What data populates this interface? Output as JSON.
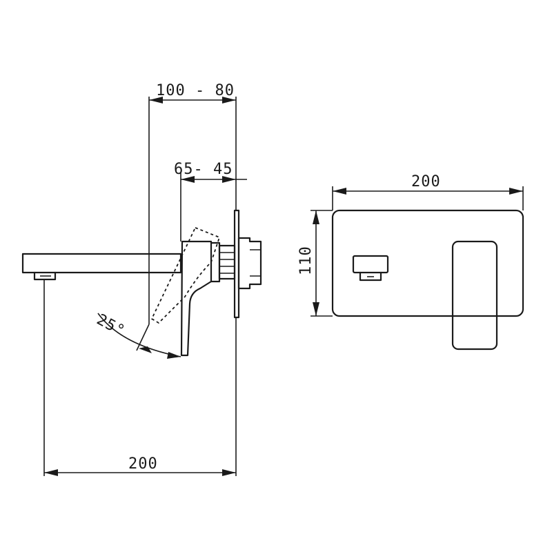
{
  "dimensions": {
    "top_range": "100 - 80",
    "mid_range": "65- 45",
    "bottom_length": "200",
    "angle": "25°",
    "plate_width": "200",
    "plate_height": "110"
  },
  "colors": {
    "line": "#1a1a1a",
    "background": "#ffffff"
  }
}
